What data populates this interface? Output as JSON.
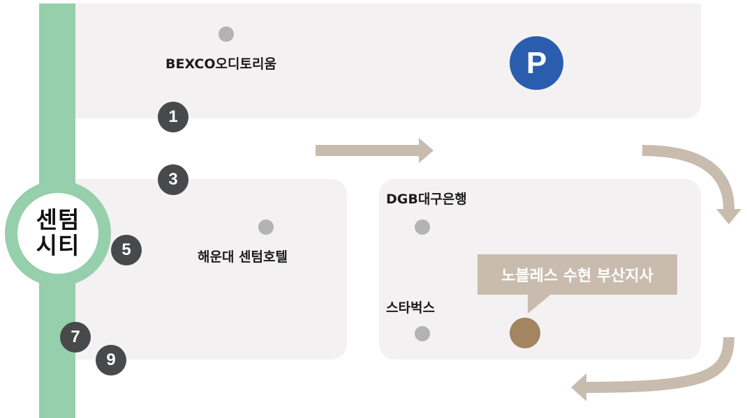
{
  "station": {
    "label": "센텀\n시티"
  },
  "exits": [
    {
      "number": "1"
    },
    {
      "number": "3"
    },
    {
      "number": "5"
    },
    {
      "number": "7"
    },
    {
      "number": "9"
    }
  ],
  "landmarks": {
    "bexco": "BEXCO오디토리움",
    "hotel": "해운대 센텀호텔",
    "bank": "DGB대구은행",
    "cafe": "스타벅스"
  },
  "parking": {
    "letter": "P"
  },
  "office": {
    "callout": "노블레스 수현 부산지사"
  },
  "colors": {
    "metro_line": "#95cfab",
    "block": "#f3f1f2",
    "exit_badge": "#48494b",
    "parking": "#2b5dae",
    "callout": "#c9bcae",
    "office_marker": "#a38561",
    "route_arrow": "#c8bcaf",
    "poi_dot": "#b3b3b3"
  },
  "icons": {
    "parking": "parking-icon",
    "route": "arrow-icon"
  }
}
